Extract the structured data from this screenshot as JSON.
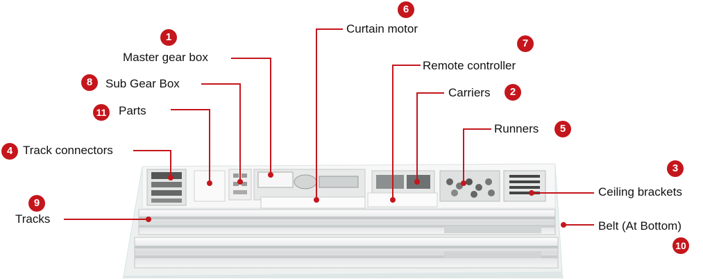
{
  "labels": {
    "master_gear_box": "Master gear box",
    "sub_gear_box": "Sub Gear Box",
    "parts": "Parts",
    "track_connectors": "Track connectors",
    "tracks": "Tracks",
    "curtain_motor": "Curtain motor",
    "remote_controller": "Remote controller",
    "carriers": "Carriers",
    "runners": "Runners",
    "ceiling_brackets": "Ceiling brackets",
    "belt": "Belt (At Bottom)"
  },
  "badges": {
    "n1": "1",
    "n2": "2",
    "n3": "3",
    "n4": "4",
    "n5": "5",
    "n6": "6",
    "n7": "7",
    "n8": "8",
    "n9": "9",
    "n10": "10",
    "n11": "11"
  },
  "colors": {
    "accent": "#c4161c",
    "leader": "#c4161c",
    "box": "#f2f3f3"
  }
}
